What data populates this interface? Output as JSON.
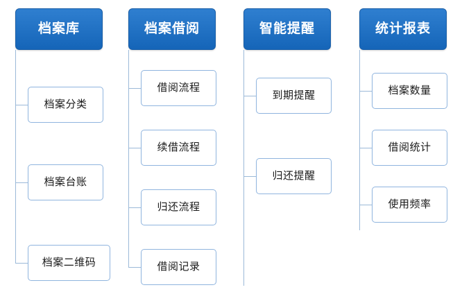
{
  "diagram": {
    "type": "tree-org-chart",
    "orientation": "left-branching-columns",
    "background_color": "#ffffff",
    "root_color": "#1f6fc4",
    "root_text_color": "#ffffff",
    "leaf_border_color": "#8fb4de",
    "connector_color": "#9bb9d8",
    "columns": [
      {
        "root": {
          "label": "档案库"
        },
        "children": [
          {
            "label": "档案分类"
          },
          {
            "label": "档案台账"
          },
          {
            "label": "档案二维码"
          }
        ]
      },
      {
        "root": {
          "label": "档案借阅"
        },
        "children": [
          {
            "label": "借阅流程"
          },
          {
            "label": "续借流程"
          },
          {
            "label": "归还流程"
          },
          {
            "label": "借阅记录"
          }
        ]
      },
      {
        "root": {
          "label": "智能提醒"
        },
        "children": [
          {
            "label": "到期提醒"
          },
          {
            "label": "归还提醒"
          }
        ]
      },
      {
        "root": {
          "label": "统计报表"
        },
        "children": [
          {
            "label": "档案数量"
          },
          {
            "label": "借阅统计"
          },
          {
            "label": "使用频率"
          }
        ]
      }
    ]
  }
}
